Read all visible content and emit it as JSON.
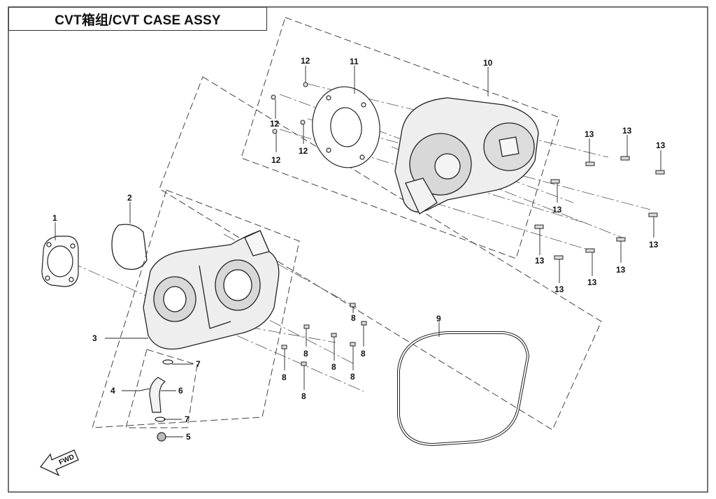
{
  "title": "CVT箱组/CVT CASE ASSY",
  "fwd_label": "FWD",
  "callouts": {
    "c1": "1",
    "c2": "2",
    "c3": "3",
    "c4": "4",
    "c5": "5",
    "c6": "6",
    "c7a": "7",
    "c7b": "7",
    "c8a": "8",
    "c8b": "8",
    "c8c": "8",
    "c8d": "8",
    "c8e": "8",
    "c8f": "8",
    "c9": "9",
    "c10": "10",
    "c11": "11",
    "c12a": "12",
    "c12b": "12",
    "c12c": "12",
    "c12d": "12",
    "c13a": "13",
    "c13b": "13",
    "c13c": "13",
    "c13d": "13",
    "c13e": "13",
    "c13f": "13",
    "c13g": "13",
    "c13h": "13",
    "c13i": "13"
  },
  "colors": {
    "line": "#222222",
    "frame": "#444444",
    "part_fill": "#e8e8e8",
    "background": "#ffffff"
  }
}
